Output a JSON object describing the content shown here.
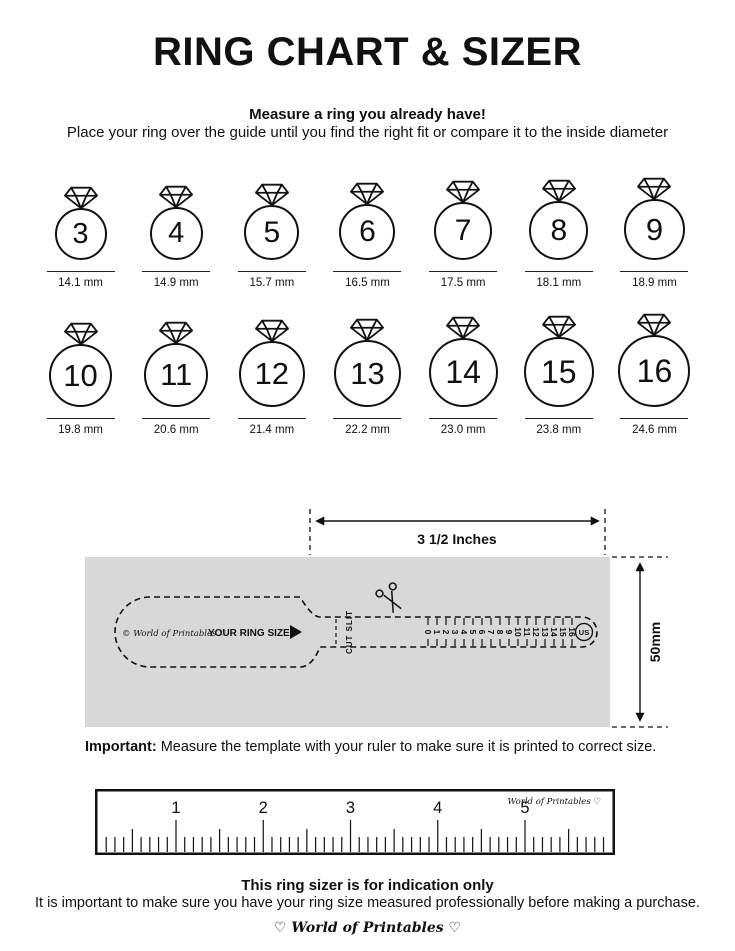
{
  "title": "RING CHART & SIZER",
  "intro": {
    "bold": "Measure a ring you already have!",
    "text": "Place your ring over the guide until you find the right fit or compare it to the inside diameter"
  },
  "rings": {
    "rows": [
      [
        {
          "size": "3",
          "mm": "14.1 mm"
        },
        {
          "size": "4",
          "mm": "14.9 mm"
        },
        {
          "size": "5",
          "mm": "15.7 mm"
        },
        {
          "size": "6",
          "mm": "16.5 mm"
        },
        {
          "size": "7",
          "mm": "17.5 mm"
        },
        {
          "size": "8",
          "mm": "18.1 mm"
        },
        {
          "size": "9",
          "mm": "18.9 mm"
        }
      ],
      [
        {
          "size": "10",
          "mm": "19.8 mm"
        },
        {
          "size": "11",
          "mm": "20.6 mm"
        },
        {
          "size": "12",
          "mm": "21.4 mm"
        },
        {
          "size": "13",
          "mm": "22.2 mm"
        },
        {
          "size": "14",
          "mm": "23.0 mm"
        },
        {
          "size": "15",
          "mm": "23.8 mm"
        },
        {
          "size": "16",
          "mm": "24.6 mm"
        }
      ]
    ]
  },
  "sizer": {
    "width_label": "3 1/2 Inches",
    "height_label": "50mm",
    "brand": "© World of Printables ♡",
    "your_ring_size": "YOUR RING SIZE",
    "cut_slit": "CUT SLIT",
    "scale_numbers": [
      "0",
      "1",
      "2",
      "3",
      "4",
      "5",
      "6",
      "7",
      "8",
      "9",
      "10",
      "11",
      "12",
      "13",
      "14",
      "15",
      "16"
    ],
    "unit": "US",
    "background_color": "#d8d8d8"
  },
  "important": {
    "bold": "Important:",
    "text": " Measure the template with your ruler to make sure it is printed to correct size."
  },
  "ruler": {
    "numbers": [
      "1",
      "2",
      "3",
      "4",
      "5"
    ],
    "brand": "World of Printables ♡"
  },
  "footer": {
    "bold": "This ring sizer is for indication only",
    "text": "It is important to make sure you have your ring size measured professionally before making a purchase.",
    "brand": "♡ World of Printables ♡"
  }
}
